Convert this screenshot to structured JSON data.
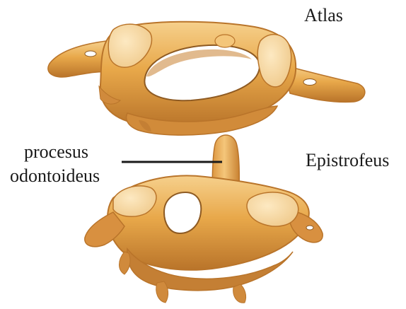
{
  "labels": {
    "atlas": "Atlas",
    "epistrofeus": "Epistrofeus",
    "odontoid_line1": "procesus",
    "odontoid_line2": "odontoideus"
  },
  "colors": {
    "bone_base": "#e8a84a",
    "bone_highlight": "#f6d08c",
    "bone_light": "#fbe3b0",
    "bone_shadow": "#b9742a",
    "bone_dark": "#8e5a22",
    "leader_line": "#1a1a1a",
    "text": "#1a1a1a"
  },
  "structures": [
    {
      "name": "atlas",
      "label_key": "atlas"
    },
    {
      "name": "epistrofeus",
      "label_key": "epistrofeus"
    },
    {
      "name": "procesus-odontoideus",
      "label_key": "odontoid_line1"
    }
  ]
}
